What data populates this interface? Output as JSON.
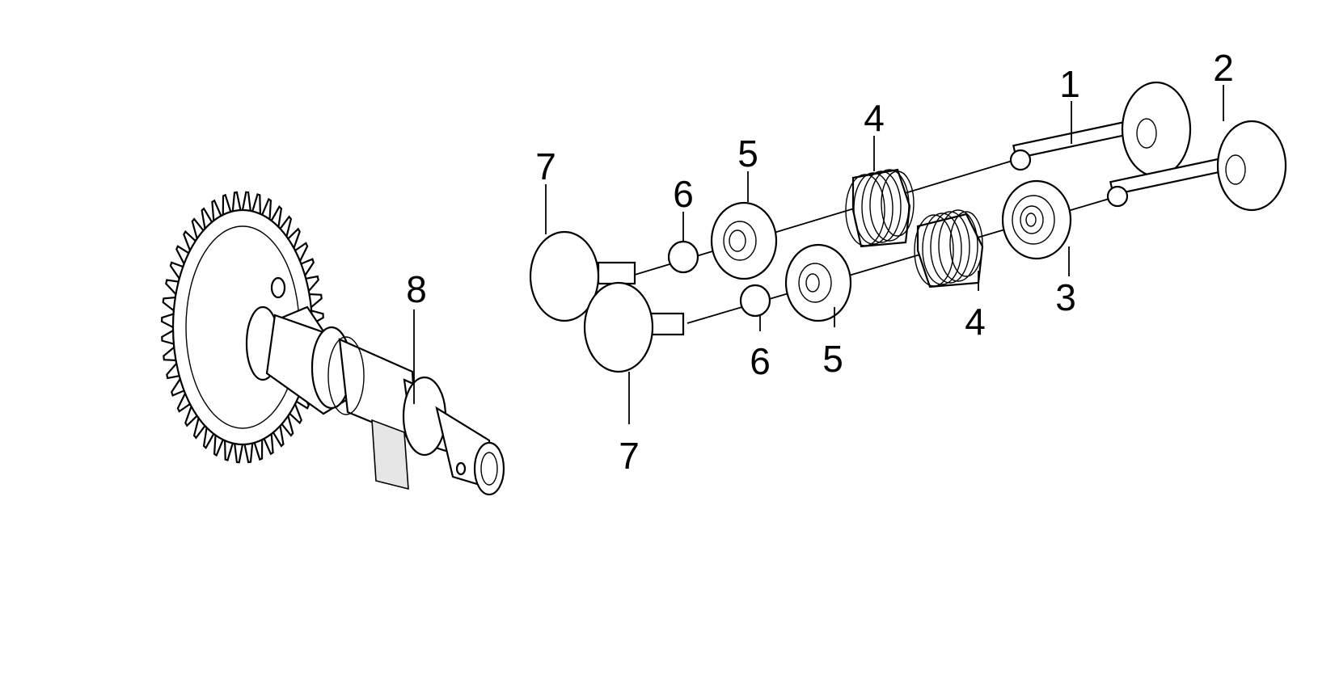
{
  "callouts": {
    "c1": "1",
    "c2": "2",
    "c3": "3",
    "c4a": "4",
    "c4b": "4",
    "c5a": "5",
    "c5b": "5",
    "c6a": "6",
    "c6b": "6",
    "c7a": "7",
    "c7b": "7",
    "c8": "8"
  },
  "colors": {
    "line": "#000000",
    "background": "#ffffff"
  }
}
